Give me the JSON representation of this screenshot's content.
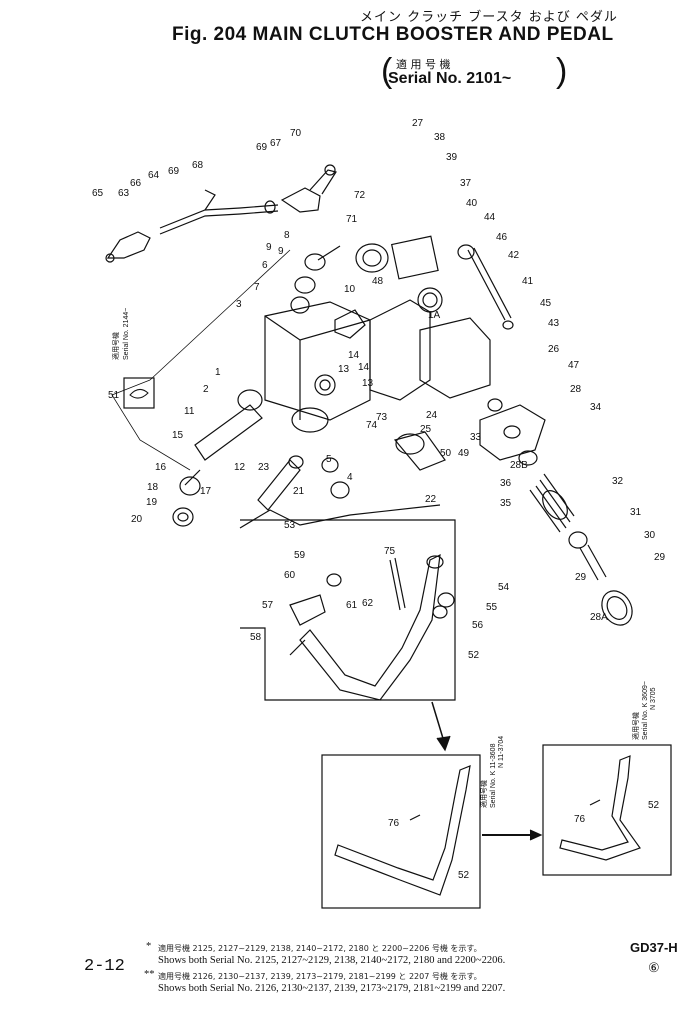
{
  "header": {
    "title_jp": "メイン クラッチ ブースタ および ペダル",
    "title": "Fig. 204 MAIN CLUTCH BOOSTER AND PEDAL",
    "serial_jp": "適 用 号 機",
    "serial": "Serial No.  2101~",
    "paren_left": "(",
    "paren_right": ")"
  },
  "callouts": {
    "c51_jp": "適用号機",
    "c51_serial": "Serial No. 2144~",
    "inset_mid_jp": "適用号機",
    "inset_mid_serial_1": "Serial No. K 11-3608",
    "inset_mid_serial_2": "N 11-3704",
    "inset_right_jp": "適用号機",
    "inset_right_serial_1": "Serial No. K 3609~",
    "inset_right_serial_2": "N 3705"
  },
  "footer": {
    "page_number": "2-12",
    "note1_mark": "*",
    "note1_jp": "適用号機 2125, 2127~2129, 2138, 2140~2172, 2180 と 2200~2206 号機 を示す。",
    "note1": "Shows both Serial No. 2125, 2127~2129, 2138, 2140~2172, 2180 and 2200~2206.",
    "note2_mark": "**",
    "note2_jp": "適用号機 2126, 2130~2137, 2139, 2173~2179, 2181~2199 と 2207 号機 を示す。",
    "note2": "Shows both Serial No. 2126, 2130~2137, 2139, 2173~2179, 2181~2199 and 2207.",
    "model": "GD37-H",
    "edition": "⑥"
  },
  "part_labels": {
    "p1": "1",
    "p2": "2",
    "p3": "3",
    "p4": "4",
    "p5": "5",
    "p6": "6",
    "p7": "7",
    "p8": "8",
    "p9": "9",
    "p10": "10",
    "p11": "11",
    "p12": "12",
    "p13": "13",
    "p14": "14",
    "p15": "15",
    "p16": "16",
    "p17": "17",
    "p18": "18",
    "p19": "19",
    "p20": "20",
    "p21": "21",
    "p22": "22",
    "p23": "23",
    "p24": "24",
    "p25": "25",
    "p26": "26",
    "p27": "27",
    "p28": "28",
    "p28a": "28A",
    "p28b": "28B",
    "p29": "29",
    "p29b": "29",
    "p30": "30",
    "p31": "31",
    "p32": "32",
    "p33": "33",
    "p34": "34",
    "p35": "35",
    "p36": "36",
    "p37": "37",
    "p38": "38",
    "p39": "39",
    "p40": "40",
    "p41": "41",
    "p42": "42",
    "p43": "43",
    "p44": "44",
    "p45": "45",
    "p46": "46",
    "p47": "47",
    "p48": "48",
    "p49": "49",
    "p50": "50",
    "p51": "51",
    "p52": "52",
    "p52b": "52",
    "p52c": "52",
    "p53": "53",
    "p54": "54",
    "p55": "55",
    "p56": "56",
    "p57": "57",
    "p58": "58",
    "p59": "59",
    "p60": "60",
    "p61": "61",
    "p62": "62",
    "p63": "63",
    "p64": "64",
    "p65": "65",
    "p66": "66",
    "p67": "67",
    "p68": "68",
    "p69": "69",
    "p69b": "69",
    "p70": "70",
    "p71": "71",
    "p72": "72",
    "p73": "73",
    "p74": "74",
    "p75": "75",
    "p76": "76",
    "p76b": "76",
    "p13b": "13",
    "p14b": "14",
    "p9b": "9",
    "p1a": "1A"
  }
}
